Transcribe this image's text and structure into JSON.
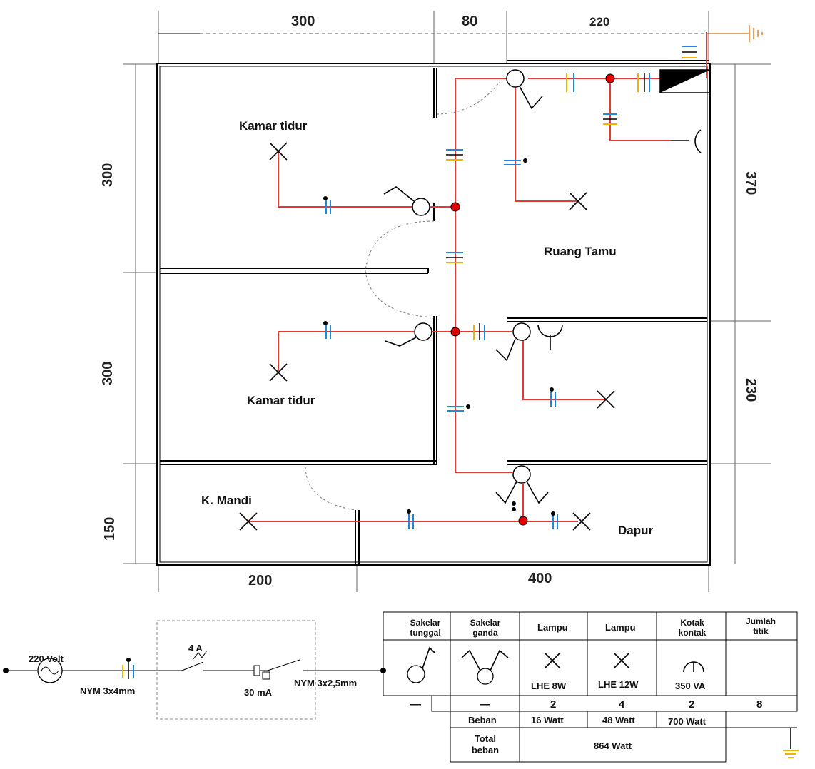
{
  "dimensions": {
    "top": [
      "300",
      "80",
      "220"
    ],
    "bottom": [
      "200",
      "400"
    ],
    "left": [
      "300",
      "300",
      "150"
    ],
    "right": [
      "370",
      "230"
    ]
  },
  "rooms": {
    "bedroom_top": "Kamar tidur",
    "bedroom_bottom": "Kamar tidur",
    "living": "Ruang Tamu",
    "bath": "K. Mandi",
    "kitchen": "Dapur"
  },
  "schematic": {
    "source": "220 Volt",
    "cable_in": "NYM 3x4mm",
    "breaker": "4 A",
    "rcd": "30 mA",
    "cable_out": "NYM 3x2,5mm"
  },
  "legend_table": {
    "headers": [
      "Sakelar tunggal",
      "Sakelar ganda",
      "Lampu",
      "Lampu",
      "Kotak kontak",
      "Jumlah titik"
    ],
    "symbol_labels": [
      "",
      "",
      "LHE 8W",
      "LHE 12W",
      "350 VA",
      ""
    ],
    "counts": [
      "—",
      "—",
      "2",
      "4",
      "2",
      "8"
    ],
    "load_label": "Beban",
    "loads": [
      "16 Watt",
      "48 Watt",
      "700 Watt"
    ],
    "total_label": "Total beban",
    "total_value": "864 Watt"
  }
}
